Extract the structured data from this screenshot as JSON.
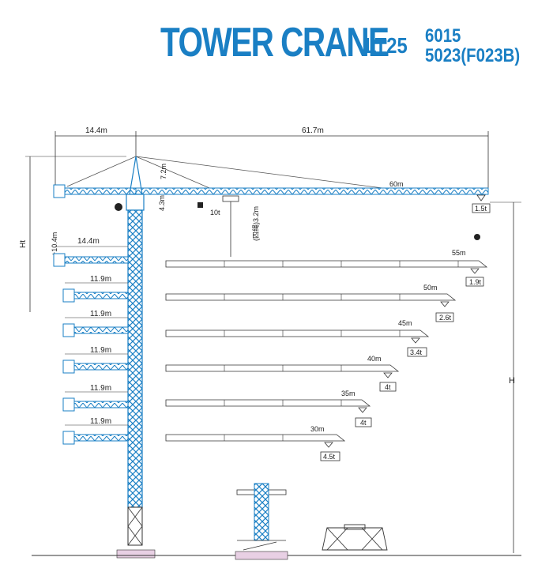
{
  "title": {
    "main": "TOWER CRANE",
    "model": "LT25",
    "variant1": "6015",
    "variant2": "5023(F023B)"
  },
  "colors": {
    "accent": "#1a7fc4",
    "base": "#e8d0e4",
    "line": "#333333"
  },
  "top": {
    "counter_len": "14.4m",
    "jib_total": "61.7m",
    "jib_label": "60m",
    "tip_load": "1.5t",
    "cab_height": "7.2m",
    "apex_height": "4.3m",
    "max_load": "10t",
    "hook_height": "(四绳)3.2m"
  },
  "height_labels": {
    "ht": "Ht",
    "h": "H",
    "plus": "+10.4m"
  },
  "counterjibs": [
    "14.4m",
    "11.9m",
    "11.9m",
    "11.9m",
    "11.9m",
    "11.9m"
  ],
  "jibs": [
    {
      "length": "55m",
      "load": "1.9t",
      "length_value": 55,
      "load_value": 1.9
    },
    {
      "length": "50m",
      "load": "2.6t",
      "length_value": 50,
      "load_value": 2.6
    },
    {
      "length": "45m",
      "load": "3.4t",
      "length_value": 45,
      "load_value": 3.4
    },
    {
      "length": "40m",
      "load": "4t",
      "length_value": 40,
      "load_value": 4
    },
    {
      "length": "35m",
      "load": "4t",
      "length_value": 35,
      "load_value": 4
    },
    {
      "length": "30m",
      "load": "4.5t",
      "length_value": 30,
      "load_value": 4.5
    }
  ]
}
